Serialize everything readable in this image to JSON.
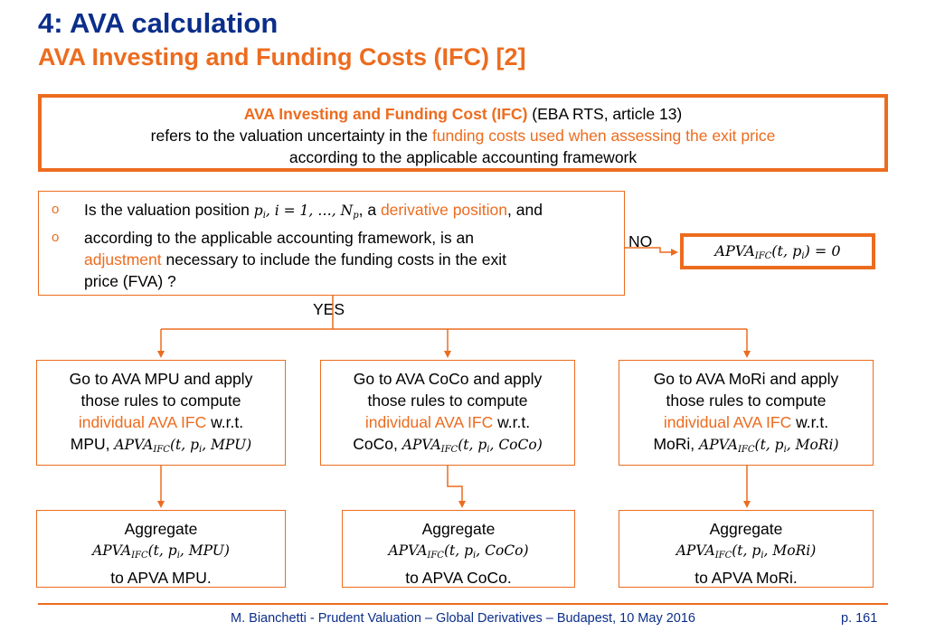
{
  "title": "4: AVA calculation",
  "subtitle": "AVA Investing and Funding Costs (IFC) [2]",
  "definition": {
    "bold_part": "AVA Investing and Funding Cost (IFC)",
    "ref": " (EBA RTS, article 13)",
    "line2_pre": "refers to the valuation uncertainty in the ",
    "line2_highlight": "funding costs used when assessing the exit price",
    "line3": "according to the applicable accounting framework"
  },
  "question": {
    "bullet": "o",
    "l1_pre": "Is the valuation position ",
    "l1_math": "p",
    "l1_math_sub": "i",
    "l1_math2": ", i = 1, …, N",
    "l1_math2_sub": "p",
    "l1_mid": ", a ",
    "l1_highlight": "derivative position",
    "l1_post": ", and",
    "l2": "according to the applicable accounting framework, is an",
    "l3_highlight": "adjustment",
    "l3_post": " necessary to include the funding costs in the exit",
    "l4": "price (FVA) ?"
  },
  "labels": {
    "no": "NO",
    "yes": "YES"
  },
  "no_result": {
    "pre": "APVA",
    "sub": "IFC",
    "post": "(t, p",
    "sub2": "i",
    "end": ") = 0"
  },
  "mid_boxes": [
    {
      "l1": "Go to AVA MPU and apply",
      "l2": "those rules to compute",
      "hl": "individual AVA IFC",
      "l3_post": " w.r.t.",
      "l4_pre": "MPU, ",
      "m_pre": "APVA",
      "m_sub": "IFC",
      "m_a": "(t, p",
      "m_sub2": "i",
      "m_b": ", MPU)"
    },
    {
      "l1": "Go to AVA CoCo and apply",
      "l2": "those rules to compute",
      "hl": "individual AVA IFC",
      "l3_post": " w.r.t.",
      "l4_pre": "CoCo, ",
      "m_pre": "APVA",
      "m_sub": "IFC",
      "m_a": "(t, p",
      "m_sub2": "i",
      "m_b": ", CoCo)"
    },
    {
      "l1": "Go to AVA MoRi and apply",
      "l2": "those rules to compute",
      "hl": "individual AVA IFC",
      "l3_post": " w.r.t.",
      "l4_pre": "MoRi, ",
      "m_pre": "APVA",
      "m_sub": "IFC",
      "m_a": "(t, p",
      "m_sub2": "i",
      "m_b": ", MoRi)"
    }
  ],
  "agg_boxes": [
    {
      "l1": "Aggregate",
      "m_pre": "APVA",
      "m_sub": "IFC",
      "m_a": "(t, p",
      "m_sub2": "i",
      "m_b": ", MPU)",
      "l3": "to APVA MPU."
    },
    {
      "l1": "Aggregate",
      "m_pre": "APVA",
      "m_sub": "IFC",
      "m_a": "(t, p",
      "m_sub2": "i",
      "m_b": ", CoCo)",
      "l3": "to APVA CoCo."
    },
    {
      "l1": "Aggregate",
      "m_pre": "APVA",
      "m_sub": "IFC",
      "m_a": "(t, p",
      "m_sub2": "i",
      "m_b": ", MoRi)",
      "l3": "to APVA MoRi."
    }
  ],
  "footer": "M. Bianchetti - Prudent Valuation – Global Derivatives – Budapest, 10 May 2016",
  "page": "p. 161",
  "colors": {
    "accent": "#ec6c1f",
    "title": "#0b2e8a"
  }
}
